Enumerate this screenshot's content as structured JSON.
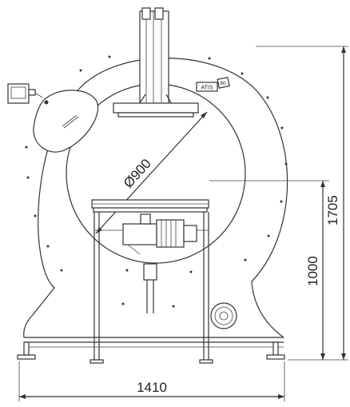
{
  "dimensions": {
    "diameter_label": "Ø900",
    "height_total": "1705",
    "height_table": "1000",
    "width_total": "1410"
  },
  "badges": {
    "model_label": "ATIS",
    "model_mark": "60"
  }
}
